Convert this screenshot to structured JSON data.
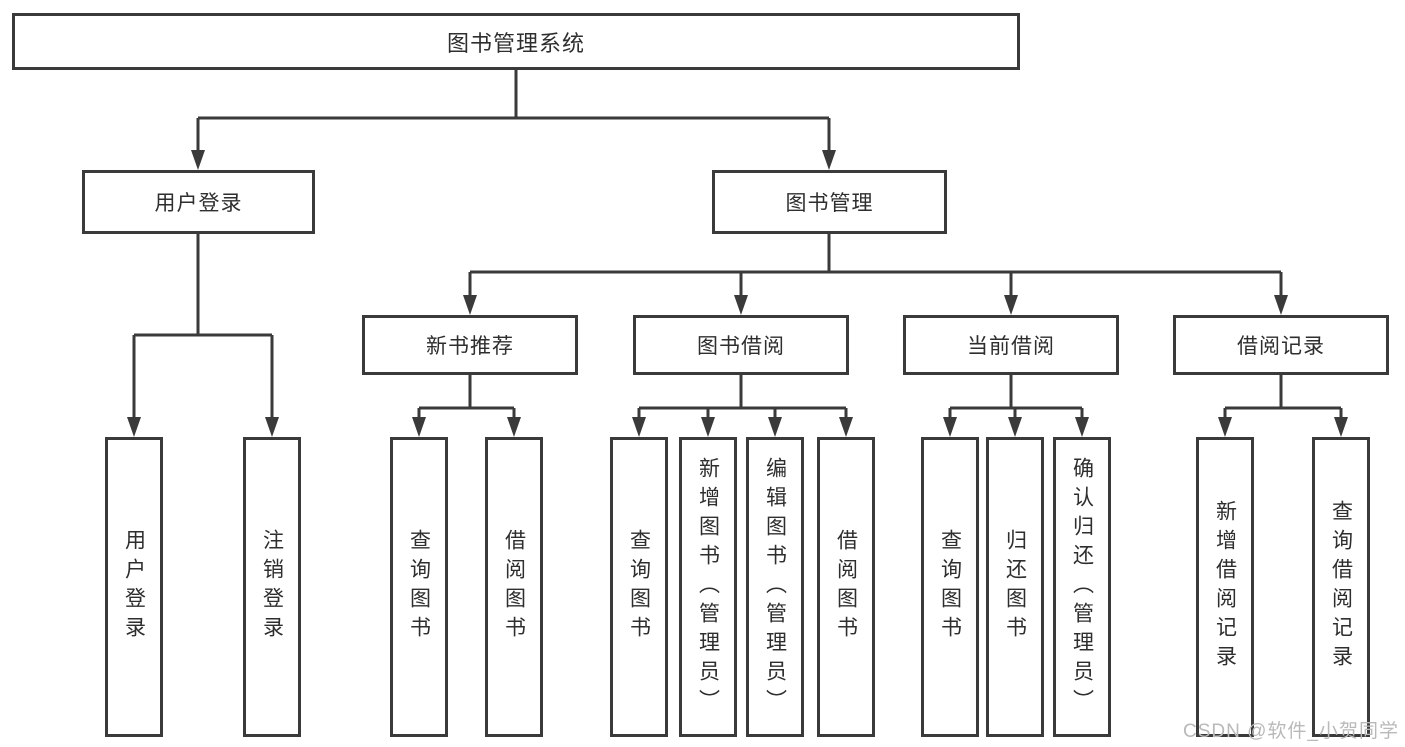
{
  "colors": {
    "line": "#3a3a3a",
    "box_border": "#3a3a3a",
    "text": "#2e2e2e",
    "watermark": "#b9b9b9"
  },
  "watermark": "CSDN @软件_小贺同学",
  "tree": {
    "root": "图书管理系统",
    "level2": {
      "user_login": "用户登录",
      "book_mgmt": "图书管理"
    },
    "level3": {
      "new_book_rec": "新书推荐",
      "book_borrow": "图书借阅",
      "current_borrow": "当前借阅",
      "borrow_record": "借阅记录"
    },
    "leaves": {
      "user_login": "用户登录",
      "logout": "注销登录",
      "query_book_1": "查询图书",
      "borrow_book_1": "借阅图书",
      "query_book_2": "查询图书",
      "add_book": "新增图书（管理员）",
      "edit_book": "编辑图书（管理员）",
      "borrow_book_2": "借阅图书",
      "query_book_3": "查询图书",
      "return_book": "归还图书",
      "confirm_return": "确认归还（管理员）",
      "add_record": "新增借阅记录",
      "query_record": "查询借阅记录"
    }
  }
}
